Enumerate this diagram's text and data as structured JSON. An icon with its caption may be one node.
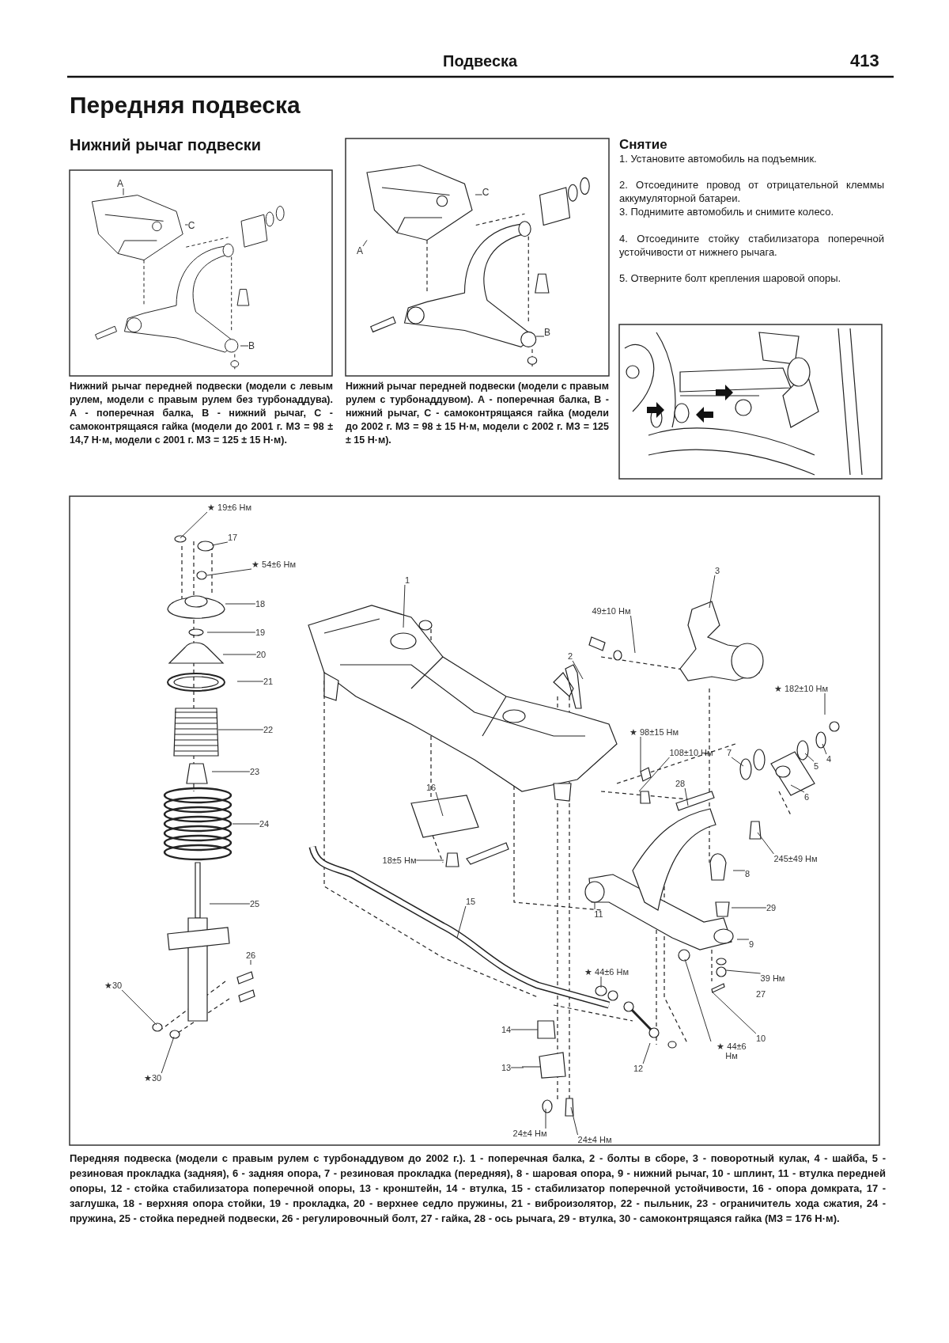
{
  "diagram": {
    "title": "Передняя подвеска",
    "nodes": [
      {
        "text": [
          "А"
        ]
      },
      {
        "text": [
          "С"
        ]
      },
      {
        "text": [
          "В"
        ]
      },
      {
        "text": [
          "С"
        ]
      },
      {
        "text": [
          "А"
        ]
      },
      {
        "text": [
          "В"
        ]
      },
      {
        "text": [
          "★ 19±6 Нм"
        ]
      },
      {
        "text": [
          "17"
        ]
      },
      {
        "text": [
          "★ 54±6 Нм"
        ]
      },
      {
        "text": [
          "18"
        ]
      },
      {
        "text": [
          "19"
        ]
      },
      {
        "text": [
          "20"
        ]
      },
      {
        "text": [
          "21"
        ]
      },
      {
        "text": [
          "22"
        ]
      },
      {
        "text": [
          "23"
        ]
      },
      {
        "text": [
          "24"
        ]
      },
      {
        "text": [
          "1"
        ]
      },
      {
        "text": [
          "49±10 Нм"
        ]
      },
      {
        "text": [
          "2"
        ]
      },
      {
        "text": [
          "3"
        ]
      },
      {
        "text": [
          "★ 182±10 Нм"
        ]
      },
      {
        "text": [
          "4"
        ]
      },
      {
        "text": [
          "5"
        ]
      },
      {
        "text": [
          "7"
        ]
      },
      {
        "text": [
          "6"
        ]
      },
      {
        "text": [
          "★ 98±15 Нм"
        ]
      },
      {
        "text": [
          "108±10 Нм"
        ]
      },
      {
        "text": [
          "28"
        ]
      },
      {
        "text": [
          "16"
        ]
      },
      {
        "text": [
          "245±49 Нм"
        ]
      },
      {
        "text": [
          "18±5 Нм"
        ]
      },
      {
        "text": [
          "8"
        ]
      },
      {
        "text": [
          "29"
        ]
      },
      {
        "text": [
          "9"
        ]
      },
      {
        "text": [
          "11"
        ]
      },
      {
        "text": [
          "15"
        ]
      },
      {
        "text": [
          "25"
        ]
      },
      {
        "text": [
          "26"
        ]
      },
      {
        "text": [
          "★30"
        ]
      },
      {
        "text": [
          "★30"
        ]
      },
      {
        "text": [
          "★ 44±6 Нм"
        ]
      },
      {
        "text": [
          "39 Нм"
        ]
      },
      {
        "text": [
          "10"
        ]
      },
      {
        "text": [
          "★ 44±6 Нм"
        ]
      },
      {
        "text": [
          "14"
        ]
      },
      {
        "text": [
          "13"
        ]
      },
      {
        "text": [
          "12"
        ]
      },
      {
        "text": [
          "24±4 Нм"
        ]
      },
      {
        "text": [
          "24±4 Нм"
        ]
      },
      {
        "text": [],
        "shape": "picture"
      },
      {
        "text": [],
        "shape": "picture"
      }
    ],
    "edges": [
      {
        "from": 0,
        "to": 49,
        "arrow": "none"
      },
      {
        "from": 1,
        "to": null,
        "arrow": "none"
      },
      {
        "from": 2,
        "to": null,
        "arrow": "none"
      },
      {
        "from": 3,
        "to": null,
        "arrow": "none"
      },
      {
        "from": 4,
        "to": 50,
        "arrow": "none"
      },
      {
        "from": 5,
        "to": null,
        "arrow": "none"
      },
      {
        "from": 6,
        "to": null,
        "arrow": "none"
      },
      {
        "from": 7,
        "to": null,
        "arrow": "none"
      },
      {
        "from": 8,
        "to": null,
        "arrow": "none"
      },
      {
        "from": 9,
        "to": null,
        "arrow": "none"
      },
      {
        "from": 10,
        "to": null,
        "arrow": "none"
      },
      {
        "from": 11,
        "to": null,
        "arrow": "none"
      },
      {
        "from": 12,
        "to": null,
        "arrow": "none"
      },
      {
        "from": 13,
        "to": null,
        "arrow": "none"
      },
      {
        "from": 14,
        "to": null,
        "arrow": "none"
      },
      {
        "from": 15,
        "to": null,
        "arrow": "none"
      },
      {
        "from": 16,
        "to": null,
        "arrow": "none"
      },
      {
        "from": 17,
        "to": null,
        "arrow": "none"
      },
      {
        "from": 18,
        "to": null,
        "arrow": "none"
      },
      {
        "from": 19,
        "to": null,
        "arrow": "none"
      },
      {
        "from": 20,
        "to": null,
        "arrow": "none"
      },
      {
        "from": 21,
        "to": null,
        "arrow": "none"
      },
      {
        "from": 22,
        "to": null,
        "arrow": "none"
      },
      {
        "from": 23,
        "to": null,
        "arrow": "none"
      },
      {
        "from": 24,
        "to": null,
        "arrow": "none"
      },
      {
        "from": 25,
        "to": null,
        "arrow": "none"
      },
      {
        "from": 26,
        "to": null,
        "arrow": "none"
      },
      {
        "from": 27,
        "to": null,
        "arrow": "none"
      },
      {
        "from": 28,
        "to": null,
        "arrow": "none"
      },
      {
        "from": 29,
        "to": null,
        "arrow": "none"
      },
      {
        "from": 30,
        "to": null,
        "arrow": "none"
      },
      {
        "from": 31,
        "to": null,
        "arrow": "none"
      },
      {
        "from": 32,
        "to": null,
        "arrow": "none"
      },
      {
        "from": 33,
        "to": null,
        "arrow": "none"
      },
      {
        "from": 34,
        "to": null,
        "arrow": "none"
      },
      {
        "from": 35,
        "to": null,
        "arrow": "none"
      },
      {
        "from": 36,
        "to": null,
        "arrow": "none"
      },
      {
        "from": 37,
        "to": null,
        "arrow": "none"
      },
      {
        "from": 38,
        "to": null,
        "arrow": "none"
      },
      {
        "from": 39,
        "to": null,
        "arrow": "none"
      },
      {
        "from": 40,
        "to": null,
        "arrow": "none"
      },
      {
        "from": 41,
        "to": null,
        "arrow": "none"
      },
      {
        "from": 42,
        "to": null,
        "arrow": "none"
      },
      {
        "from": 43,
        "to": null,
        "arrow": "none"
      },
      {
        "from": 44,
        "to": null,
        "arrow": "none"
      },
      {
        "from": 45,
        "to": null,
        "arrow": "none"
      },
      {
        "from": 46,
        "to": null,
        "arrow": "none"
      },
      {
        "from": 47,
        "to": null,
        "arrow": "none"
      },
      {
        "from": 48,
        "to": null,
        "arrow": "none"
      }
    ],
    "labels": [
      "Подвеска",
      "413",
      "Нижний рычаг подвески",
      "Нижний рычаг передней подвески (модели с левым рулем, модели с правым рулем без турбонаддува). А - поперечная балка, В - нижний рычаг, С - самоконтрящаяся гайка (модели до 2001 г. МЗ = 98 ± 14,7 Н·м, модели с 2001 г. МЗ = 125 ± 15 Н·м).",
      "Нижний рычаг передней подвески (модели с правым рулем с турбонаддувом). А - поперечная балка, В - нижний рычаг, С - самоконтрящаяся гайка (модели до 2002 г. МЗ = 98 ± 15 Н·м, модели с 2002 г. МЗ = 125 ± 15 Н·м).",
      "Снятие",
      "1. Установите автомобиль на подъемник.",
      "2. Отсоедините провод от отрицательной клеммы аккумуляторной батареи.",
      "3. Поднимите автомобиль и снимите колесо.",
      "4. Отсоедините стойку стабилизатора поперечной устойчивости от нижнего рычага.",
      "5. Отверните болт крепления шаровой опоры.",
      "27",
      "Передняя подвеска (модели с правым рулем с турбонаддувом до 2002 г.). 1 - поперечная балка, 2 - болты в сборе, 3 - поворотный кулак, 4 - шайба, 5 - резиновая прокладка (задняя), 6 - задняя опора, 7 - резиновая прокладка (передняя), 8 - шаровая опора, 9 - нижний рычаг, 10 - шплинт, 11 - втулка передней опоры, 12 - стойка стабилизатора поперечной опоры, 13 - кронштейн, 14 - втулка, 15 - стабилизатор поперечной устойчивости, 16 - опора домкрата, 17 - заглушка, 18 - верхняя опора стойки, 19 - прокладка, 20 - верхнее седло пружины, 21 - виброизолятор, 22 - пыльник, 23 - ограничитель хода сжатия, 24 - пружина, 25 - стойка передней подвески, 26 - регулировочный болт, 27 - гайка, 28 - ось рычага, 29 - втулка, 30 - самоконтрящаяся гайка (МЗ = 176 Н·м)."
    ]
  }
}
